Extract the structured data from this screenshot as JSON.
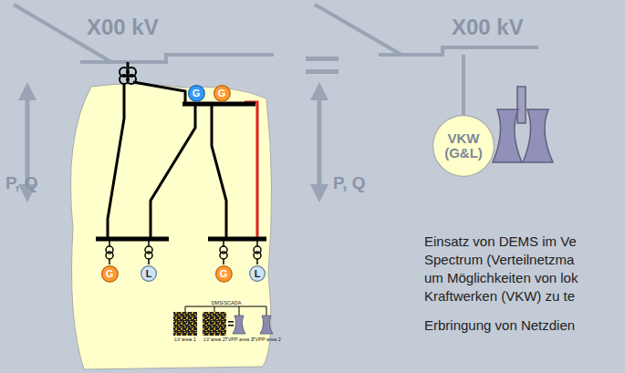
{
  "diagram": {
    "nodes": [
      {
        "text": [
          "G"
        ]
      },
      {
        "text": [
          "G"
        ]
      },
      {
        "text": [
          "G"
        ]
      },
      {
        "text": [
          "L"
        ]
      },
      {
        "text": [
          "G"
        ]
      },
      {
        "text": [
          "L"
        ]
      },
      {
        "text": [
          "VKW (G&L)"
        ]
      }
    ],
    "labels": [
      "X00 kV",
      "X00 kV",
      "P, Q",
      "P, Q",
      "Einsatz von DEMS im Ve",
      "Spectrum (Verteilnetzma",
      "um Möglichkeiten von lok",
      "Kraftwerken (VKW) zu te",
      "Erbringung von Netzdien",
      "DMS/SCADA",
      "LV area 1",
      "LV area 2",
      "TVPP area 1",
      "TVPP area 2"
    ]
  }
}
